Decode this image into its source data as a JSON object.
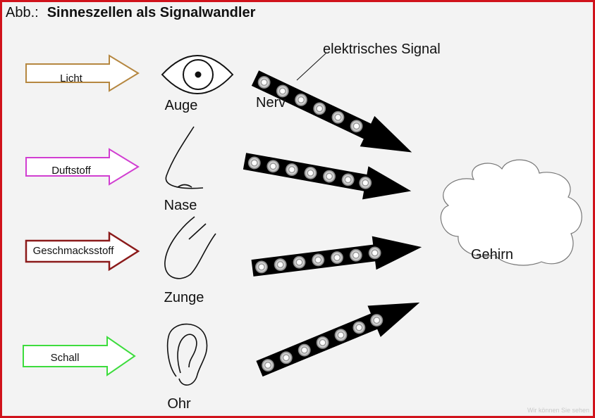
{
  "title": {
    "prefix": "Abb.:",
    "main": "Sinneszellen als Signalwandler"
  },
  "stimuli": [
    {
      "label": "Licht",
      "color": "#b58740"
    },
    {
      "label": "Duftstoff",
      "color": "#d13ed1"
    },
    {
      "label": "Geschmacksstoff",
      "color": "#8b1a1a"
    },
    {
      "label": "Schall",
      "color": "#3ddc3d"
    }
  ],
  "organs": [
    {
      "label": "Auge",
      "icon": "eye-icon"
    },
    {
      "label": "Nase",
      "icon": "nose-icon"
    },
    {
      "label": "Zunge",
      "icon": "tongue-icon"
    },
    {
      "label": "Ohr",
      "icon": "ear-icon"
    }
  ],
  "nerve": {
    "label": "Nerv",
    "signal_label": "elektrisches Signal"
  },
  "brain": {
    "label": "Gehirn",
    "icon": "brain-cloud-icon"
  },
  "watermark": "Wir können Sie sehen"
}
